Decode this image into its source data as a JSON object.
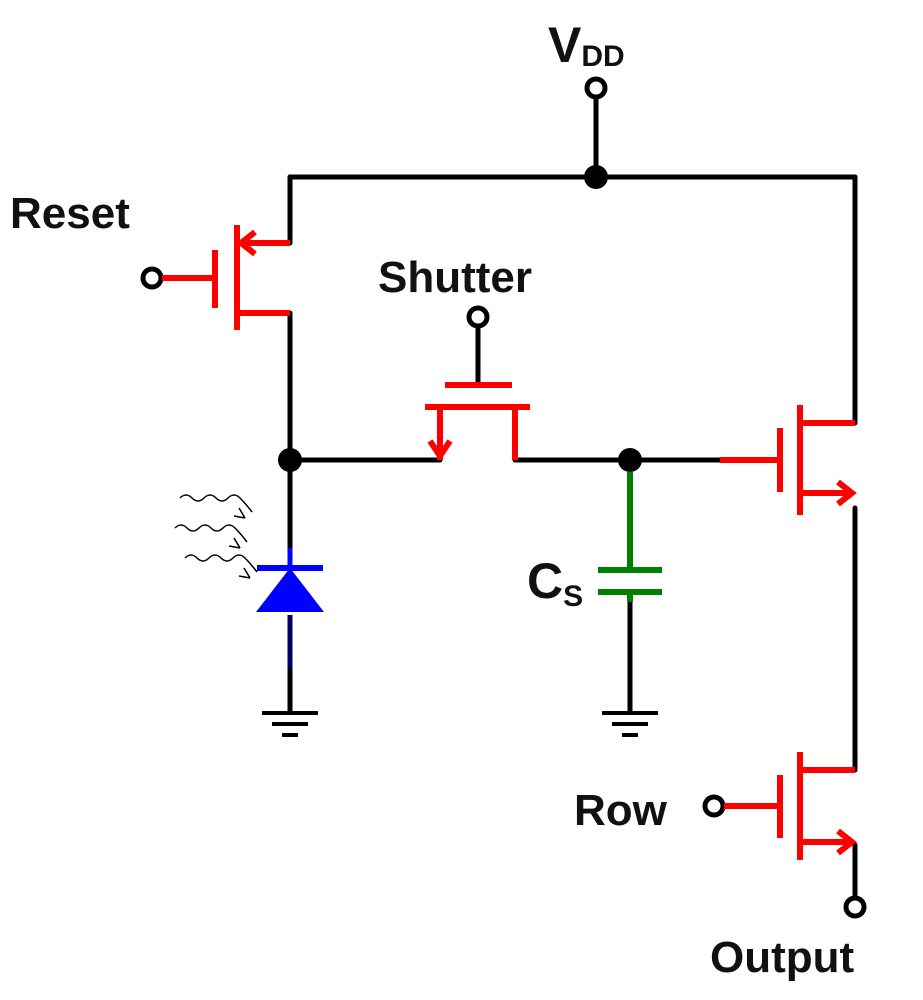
{
  "labels": {
    "vdd_main": "V",
    "vdd_sub": "DD",
    "reset": "Reset",
    "shutter": "Shutter",
    "cs_main": "C",
    "cs_sub": "S",
    "row": "Row",
    "output": "Output"
  },
  "colors": {
    "wire": "#000000",
    "transistor": "#ff0000",
    "photodiode": "#0000ff",
    "capacitor": "#008000"
  }
}
